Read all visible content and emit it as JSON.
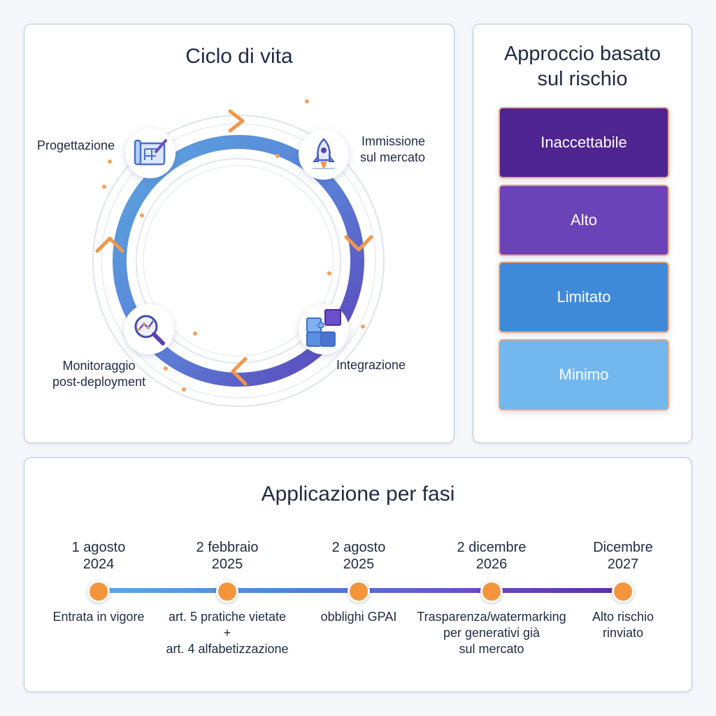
{
  "lifecycle": {
    "title": "Ciclo di vita",
    "stages": [
      {
        "label_lines": [
          "Progettazione"
        ],
        "icon": "blueprint-icon"
      },
      {
        "label_lines": [
          "Immissione",
          "sul mercato"
        ],
        "icon": "rocket-icon"
      },
      {
        "label_lines": [
          "Integrazione"
        ],
        "icon": "puzzle-icon"
      },
      {
        "label_lines": [
          "Monitoraggio",
          "post-deployment"
        ],
        "icon": "magnifier-chart-icon"
      }
    ],
    "colors": {
      "ring_start": "#5aa6e0",
      "ring_end": "#5b3fb8",
      "arrow": "#f2964a",
      "dots": "#f2a25a"
    }
  },
  "risk": {
    "title_lines": [
      "Approccio basato",
      "sul rischio"
    ],
    "levels": [
      {
        "label": "Inaccettabile",
        "color": "#4e2590"
      },
      {
        "label": "Alto",
        "color": "#6b43b8"
      },
      {
        "label": "Limitato",
        "color": "#3f8ad8"
      },
      {
        "label": "Minimo",
        "color": "#72b8ef"
      }
    ],
    "border_color": "#f2a679"
  },
  "timeline": {
    "title": "Applicazione per fasi",
    "milestones": [
      {
        "date_lines": [
          "1 agosto",
          "2024"
        ],
        "desc_lines": [
          "Entrata in vigore"
        ]
      },
      {
        "date_lines": [
          "2 febbraio",
          "2025"
        ],
        "desc_lines": [
          "art. 5 pratiche vietate",
          "+",
          "art. 4 alfabetizzazione"
        ]
      },
      {
        "date_lines": [
          "2 agosto",
          "2025"
        ],
        "desc_lines": [
          "obblighi GPAI"
        ]
      },
      {
        "date_lines": [
          "2 dicembre",
          "2026"
        ],
        "desc_lines": [
          "Trasparenza/watermarking",
          "per generativi già",
          "sul mercato"
        ]
      },
      {
        "date_lines": [
          "Dicembre",
          "2027"
        ],
        "desc_lines": [
          "Alto rischio",
          "rinviato"
        ]
      }
    ],
    "dot_color": "#f4953c"
  }
}
